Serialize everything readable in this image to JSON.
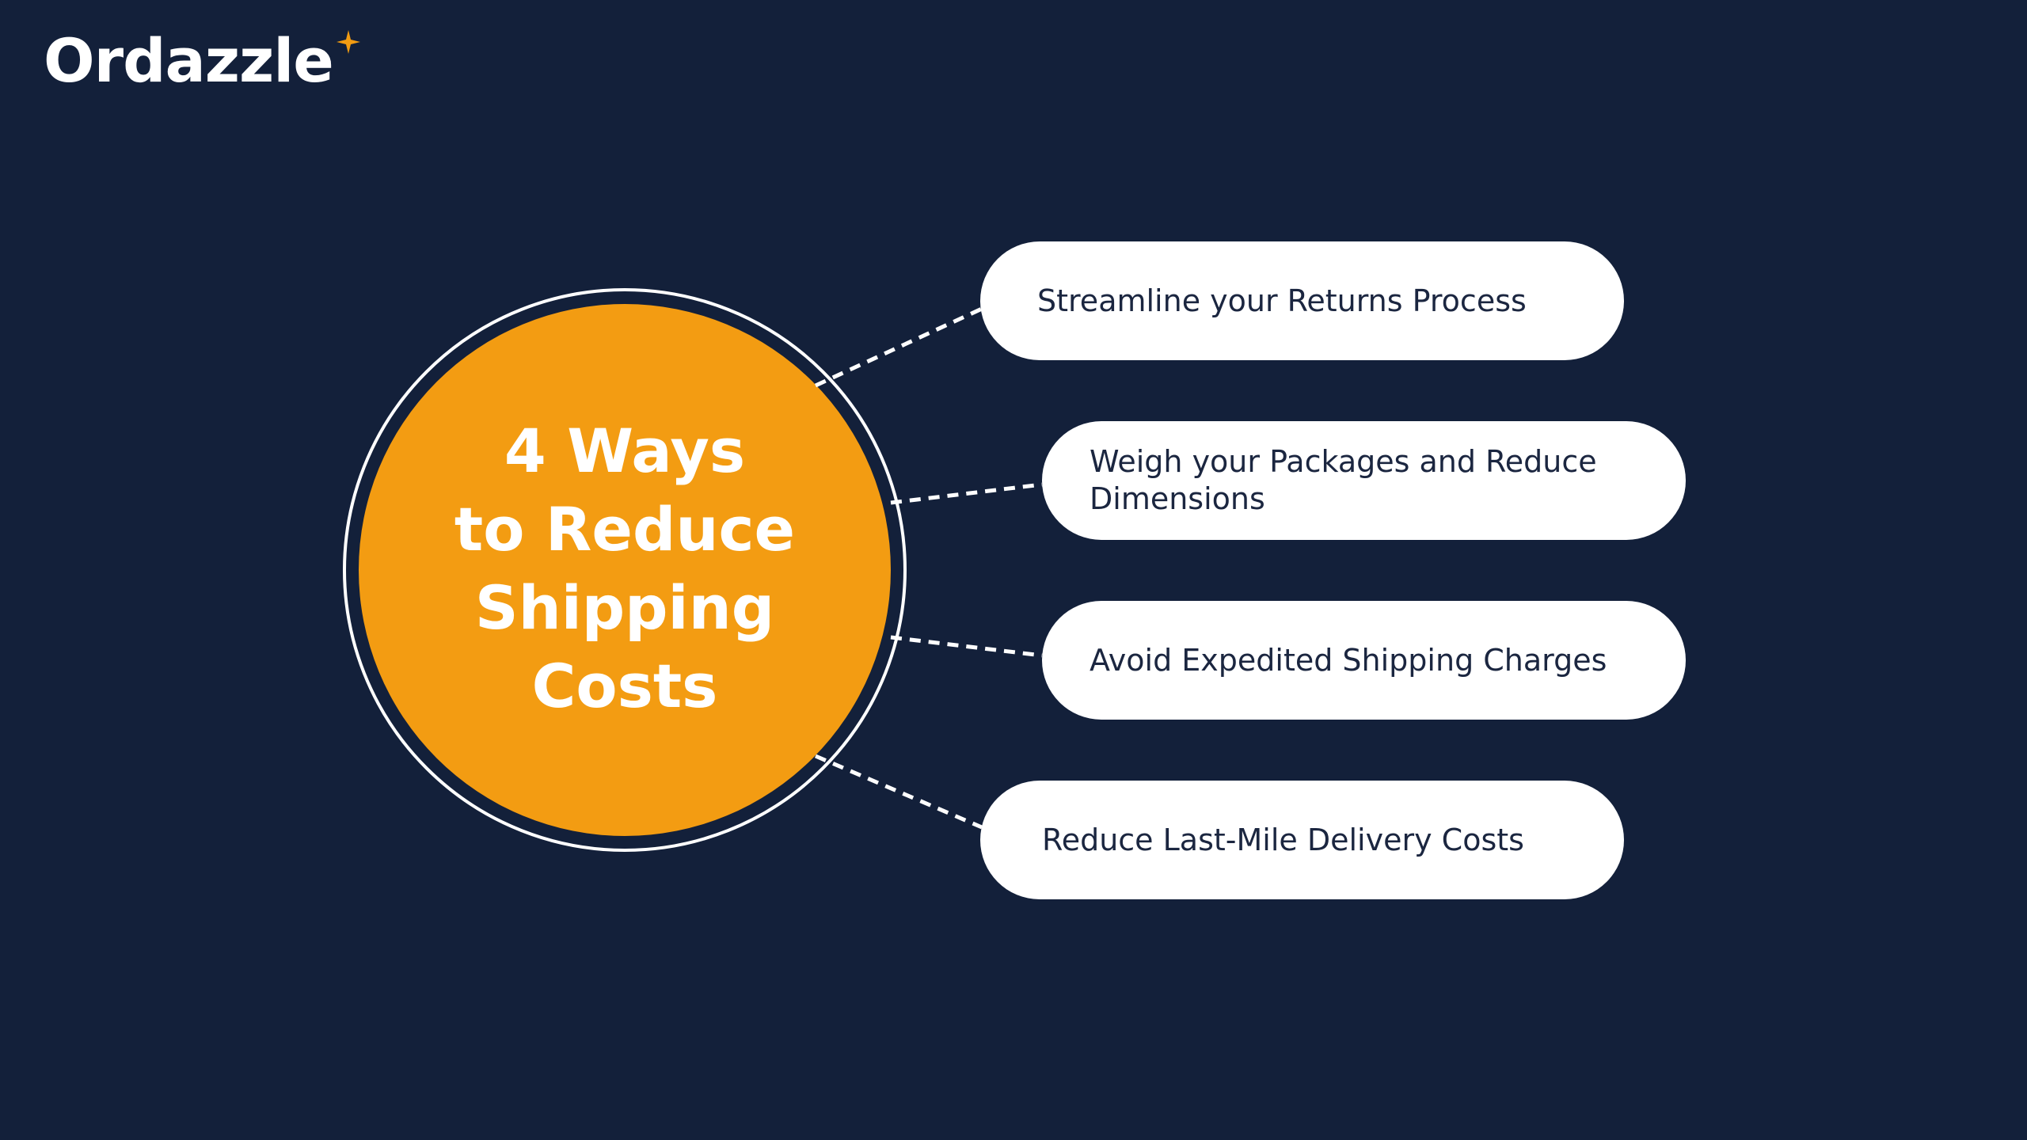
{
  "brand": {
    "name": "Ordazzle",
    "accent": "#f39c12"
  },
  "center": {
    "lines": [
      "4 Ways",
      "to Reduce",
      "Shipping",
      "Costs"
    ]
  },
  "ways": [
    "Streamline your Returns Process",
    "Weigh your Packages and Reduce Dimensions",
    "Avoid Expedited Shipping Charges",
    "Reduce Last-Mile Delivery Costs"
  ]
}
